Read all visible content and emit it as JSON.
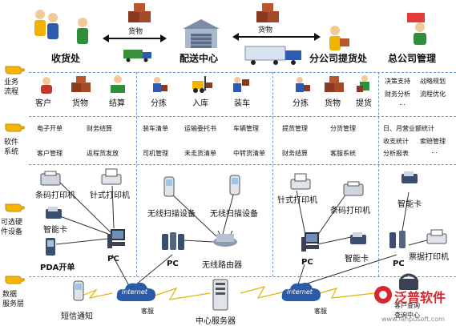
{
  "top": {
    "shouhuochu": "收货处",
    "peisong": "配送中心",
    "fengongsi": "分公司提货处",
    "zonggongsi": "总公司管理",
    "goods1": "货物",
    "goods2": "货物"
  },
  "rows": {
    "business": "业务\n流程",
    "software": "软件\n系统",
    "hardware": "可选硬\n件设备",
    "data": "数据\n服务层"
  },
  "business": {
    "a1": "客户",
    "a2": "货物",
    "a3": "结算",
    "b1": "分拣",
    "b2": "入库",
    "b3": "装车",
    "c1": "分拣",
    "c2": "货物",
    "c3": "提货",
    "d1": "决策支持",
    "d2": "战略规划",
    "d3": "财务分析",
    "d4": "流程优化",
    "d5": "..."
  },
  "software": {
    "a1": "电子开单",
    "a2": "财务结算",
    "a3": "客户管理",
    "a4": "返程货发放",
    "b1": "装车清单",
    "b2": "运输委托书",
    "b3": "车辆管理",
    "b4": "司机管理",
    "b5": "未走货清单",
    "b6": "中转货清单",
    "c1": "提货管理",
    "c2": "分货管理",
    "c3": "财务结算",
    "c4": "客服系统",
    "d1": "日、月营业额统计",
    "d2": "收支统计",
    "d3": "索赔管理",
    "d4": "分析报表",
    "d5": "..."
  },
  "hardware": {
    "barcode": "条码打印机",
    "needle1": "针式打印机",
    "smart1": "智能卡",
    "pda": "PDA开单",
    "pc1": "PC",
    "scan1": "无线扫描设备",
    "scan2": "无线扫描设备",
    "pc2": "PC",
    "router": "无线路由器",
    "needle2": "针式打印机",
    "barcode2": "条码打印机",
    "smart2": "智能卡",
    "pc3": "PC",
    "smart3": "智能卡",
    "receipt": "票据打印机",
    "pc4": "PC"
  },
  "data": {
    "sms": "短信通知",
    "internet1": "Internet",
    "kefu1": "客服",
    "server": "中心服务器",
    "internet2": "Internet",
    "kefu2": "客服",
    "query": "查询中心",
    "query_top": "客户查询"
  },
  "brand": {
    "name": "泛普软件",
    "url": "www.fanpusoft.com"
  },
  "colors": {
    "hand": "#f5b400",
    "dashed": "#6b9bd6",
    "cloud": "#2a5aa8",
    "brand": "#d8262f"
  }
}
